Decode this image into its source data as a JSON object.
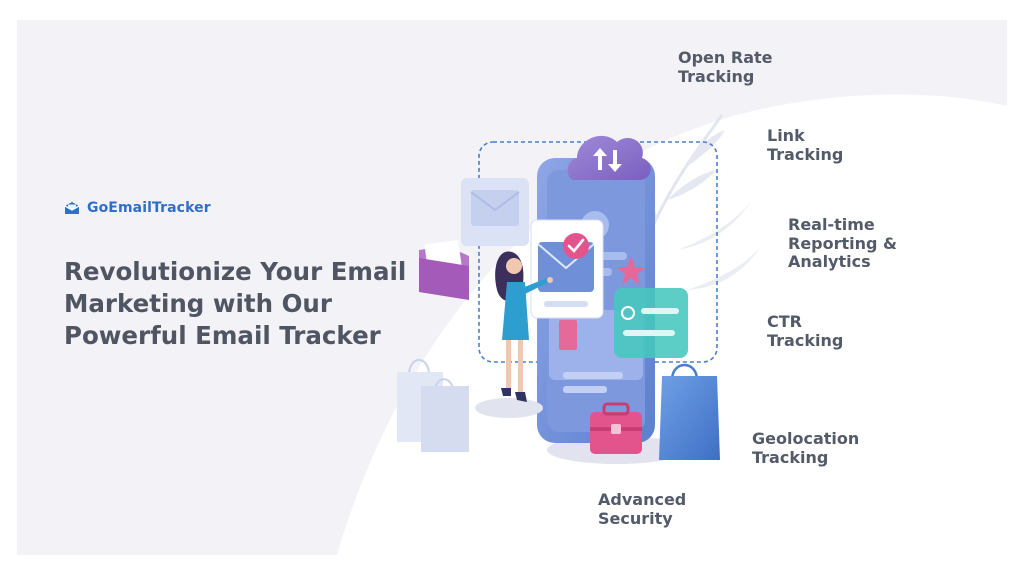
{
  "brand": {
    "name": "GoEmailTracker",
    "icon": "envelope-logo-icon",
    "color": "#2f6fc9"
  },
  "headline": {
    "lines": [
      "Revolutionize Your Email",
      "Marketing with Our",
      "Powerful Email Tracker"
    ],
    "color": "#4f5563"
  },
  "features": [
    {
      "lines": [
        "Open Rate",
        "Tracking"
      ]
    },
    {
      "lines": [
        "Link",
        "Tracking"
      ]
    },
    {
      "lines": [
        "Real-time",
        "Reporting &",
        "Analytics"
      ]
    },
    {
      "lines": [
        "CTR",
        "Tracking"
      ]
    },
    {
      "lines": [
        "Geolocation",
        "Tracking"
      ]
    },
    {
      "lines": [
        "Advanced",
        "Security"
      ]
    }
  ],
  "illustration": {
    "icons": [
      "cloud-sync-icon",
      "phone-illustration",
      "email-card-icon",
      "check-badge-icon",
      "star-icon",
      "folder-icon",
      "briefcase-icon",
      "shopping-bag-icon",
      "woman-figure",
      "leaf-decoration"
    ]
  },
  "colors": {
    "background": "#f3f2f7",
    "accent_purple": "#8a6fc4",
    "accent_blue": "#5a8fd8",
    "accent_pink": "#e4548c",
    "accent_teal": "#3fc7b8"
  }
}
